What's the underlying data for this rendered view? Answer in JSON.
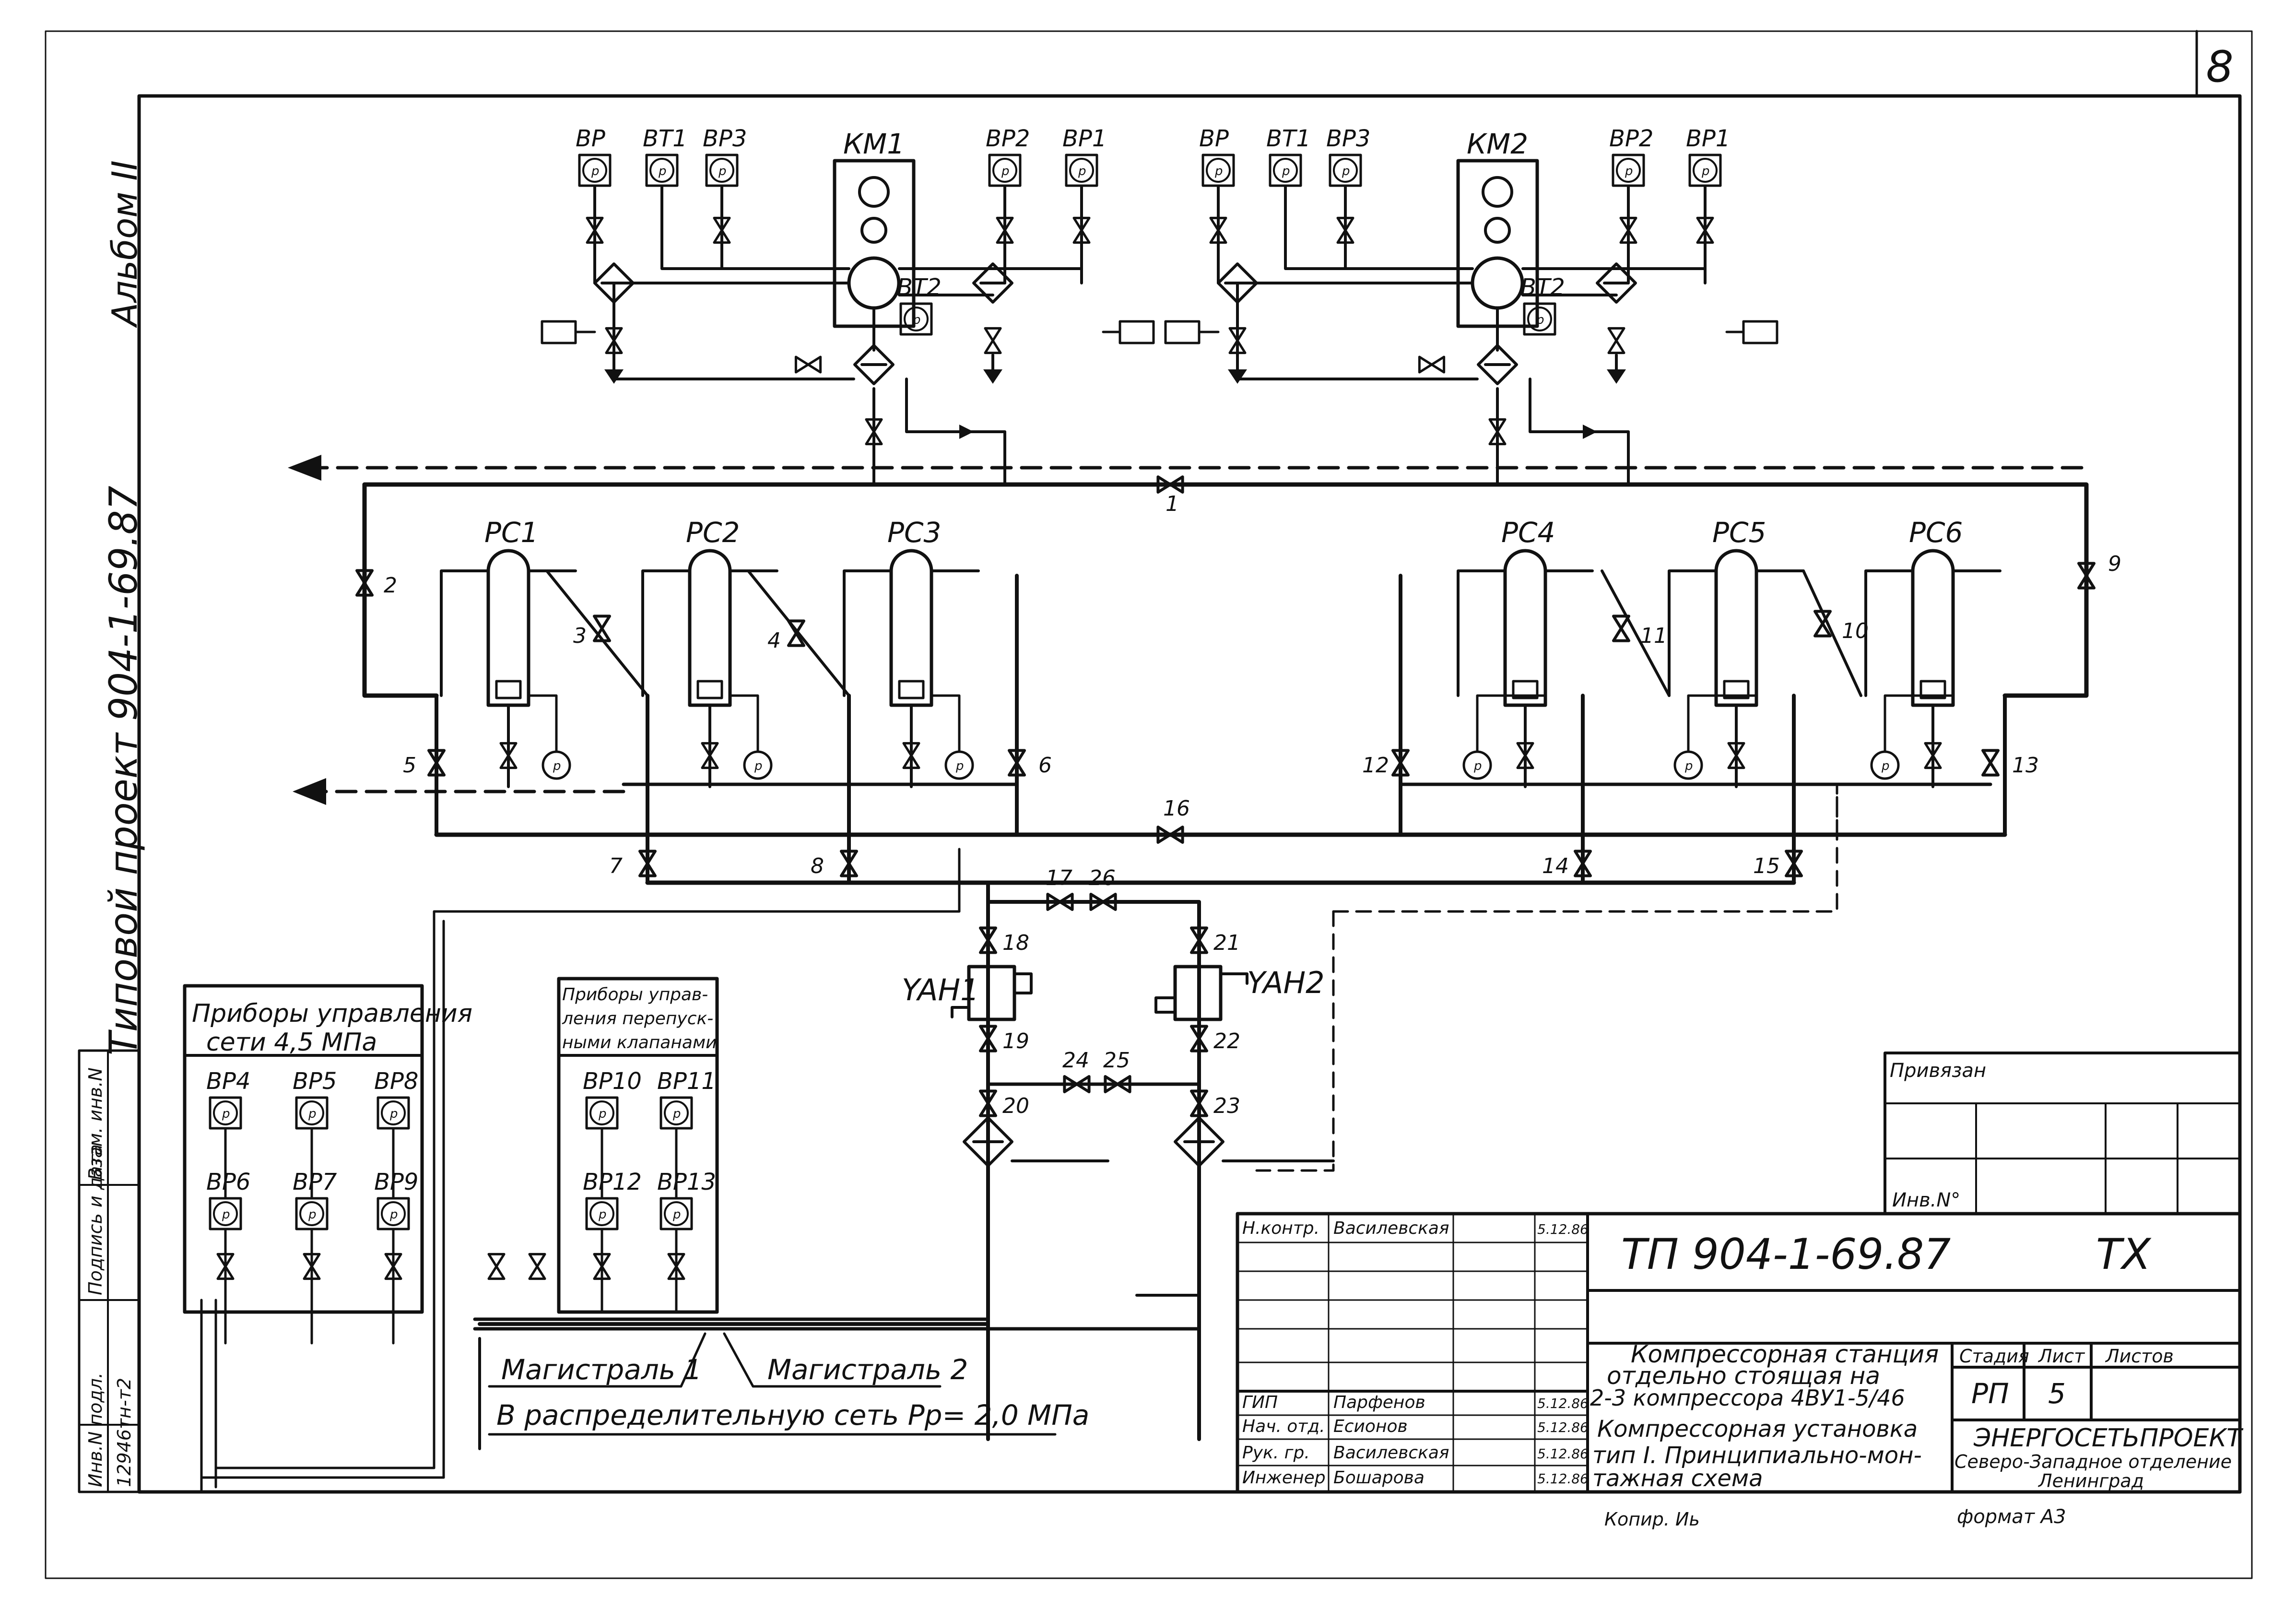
{
  "sheet_number": "8",
  "side_strip": {
    "album": "Альбом II",
    "project": "Типовой проект 904-1-69.87",
    "inv_label": "Инв.N подл.",
    "sign_label": "Подпись и дата",
    "replace_label": "Взам. инв.N",
    "inv_number": "12946тн-т2"
  },
  "compressors": [
    {
      "id": "KM1",
      "label": "КМ1",
      "gauges": {
        "bp": "ВР",
        "bt1": "ВТ1",
        "bp3": "ВР3",
        "bp2": "ВР2",
        "bp1": "ВР1",
        "bt2": "ВТ2"
      }
    },
    {
      "id": "KM2",
      "label": "КМ2",
      "gauges": {
        "bp": "ВР",
        "bt1": "ВТ1",
        "bp3": "ВР3",
        "bp2": "ВР2",
        "bp1": "ВР1",
        "bt2": "ВТ2"
      }
    }
  ],
  "receivers": [
    "РС1",
    "РС2",
    "РС3",
    "РС4",
    "РС5",
    "РС6"
  ],
  "valves": [
    "1",
    "2",
    "3",
    "4",
    "5",
    "6",
    "7",
    "8",
    "9",
    "10",
    "11",
    "12",
    "13",
    "14",
    "15",
    "16",
    "17",
    "26",
    "18",
    "19",
    "20",
    "21",
    "22",
    "23",
    "24",
    "25"
  ],
  "reducers": [
    "YAH1",
    "YAH2"
  ],
  "panel_left": {
    "title1": "Приборы управления",
    "title2": "сети 4,5 МПа",
    "gauges_top": [
      "ВР4",
      "ВР5",
      "ВР8"
    ],
    "gauges_bottom": [
      "ВР6",
      "ВР7",
      "ВР9"
    ]
  },
  "panel_right": {
    "title1": "Приборы управ-",
    "title2": "ления перепуск-",
    "title3": "ными клапанами",
    "gauges_top": [
      "ВР10",
      "ВР11"
    ],
    "gauges_bottom": [
      "ВР12",
      "ВР13"
    ]
  },
  "lines": {
    "main1": "Магистраль 1",
    "main2": "Магистраль 2",
    "distribution": "В распределительную сеть Рр= 2,0 МПа"
  },
  "gauge_letter": "р",
  "stamp": {
    "attached": "Привязан",
    "inv_no": "Инв.N°",
    "doc_code": "ТП 904-1-69.87",
    "section": "ТХ",
    "rows": [
      {
        "role": "Н.контр.",
        "name": "Василевская",
        "date": "5.12.86"
      },
      {
        "role": "ГИП",
        "name": "Парфенов",
        "date": "5.12.86"
      },
      {
        "role": "Нач. отд.",
        "name": "Есионов",
        "date": "5.12.86"
      },
      {
        "role": "Рук. гр.",
        "name": "Василевская",
        "date": "5.12.86"
      },
      {
        "role": "Инженер",
        "name": "Бошарова",
        "date": "5.12.86"
      }
    ],
    "title_line1": "Компрессорная станция",
    "title_line2": "отдельно стоящая на",
    "title_line3": "2-3 компрессора 4ВУ1-5/46",
    "sheet_line1": "Компрессорная установка",
    "sheet_line2": "тип I. Принципиально-мон-",
    "sheet_line3": "тажная схема",
    "stage_label": "Стадия",
    "sheet_label": "Лист",
    "sheets_label": "Листов",
    "stage": "РП",
    "sheet": "5",
    "org1": "ЭНЕРГОСЕТЬПРОЕКТ",
    "org2": "Северо-Западное отделение",
    "org3": "Ленинград",
    "copied": "Копир. Иь",
    "format": "формат А3"
  },
  "colors": {
    "ink": "#111111",
    "paper": "#ffffff"
  }
}
